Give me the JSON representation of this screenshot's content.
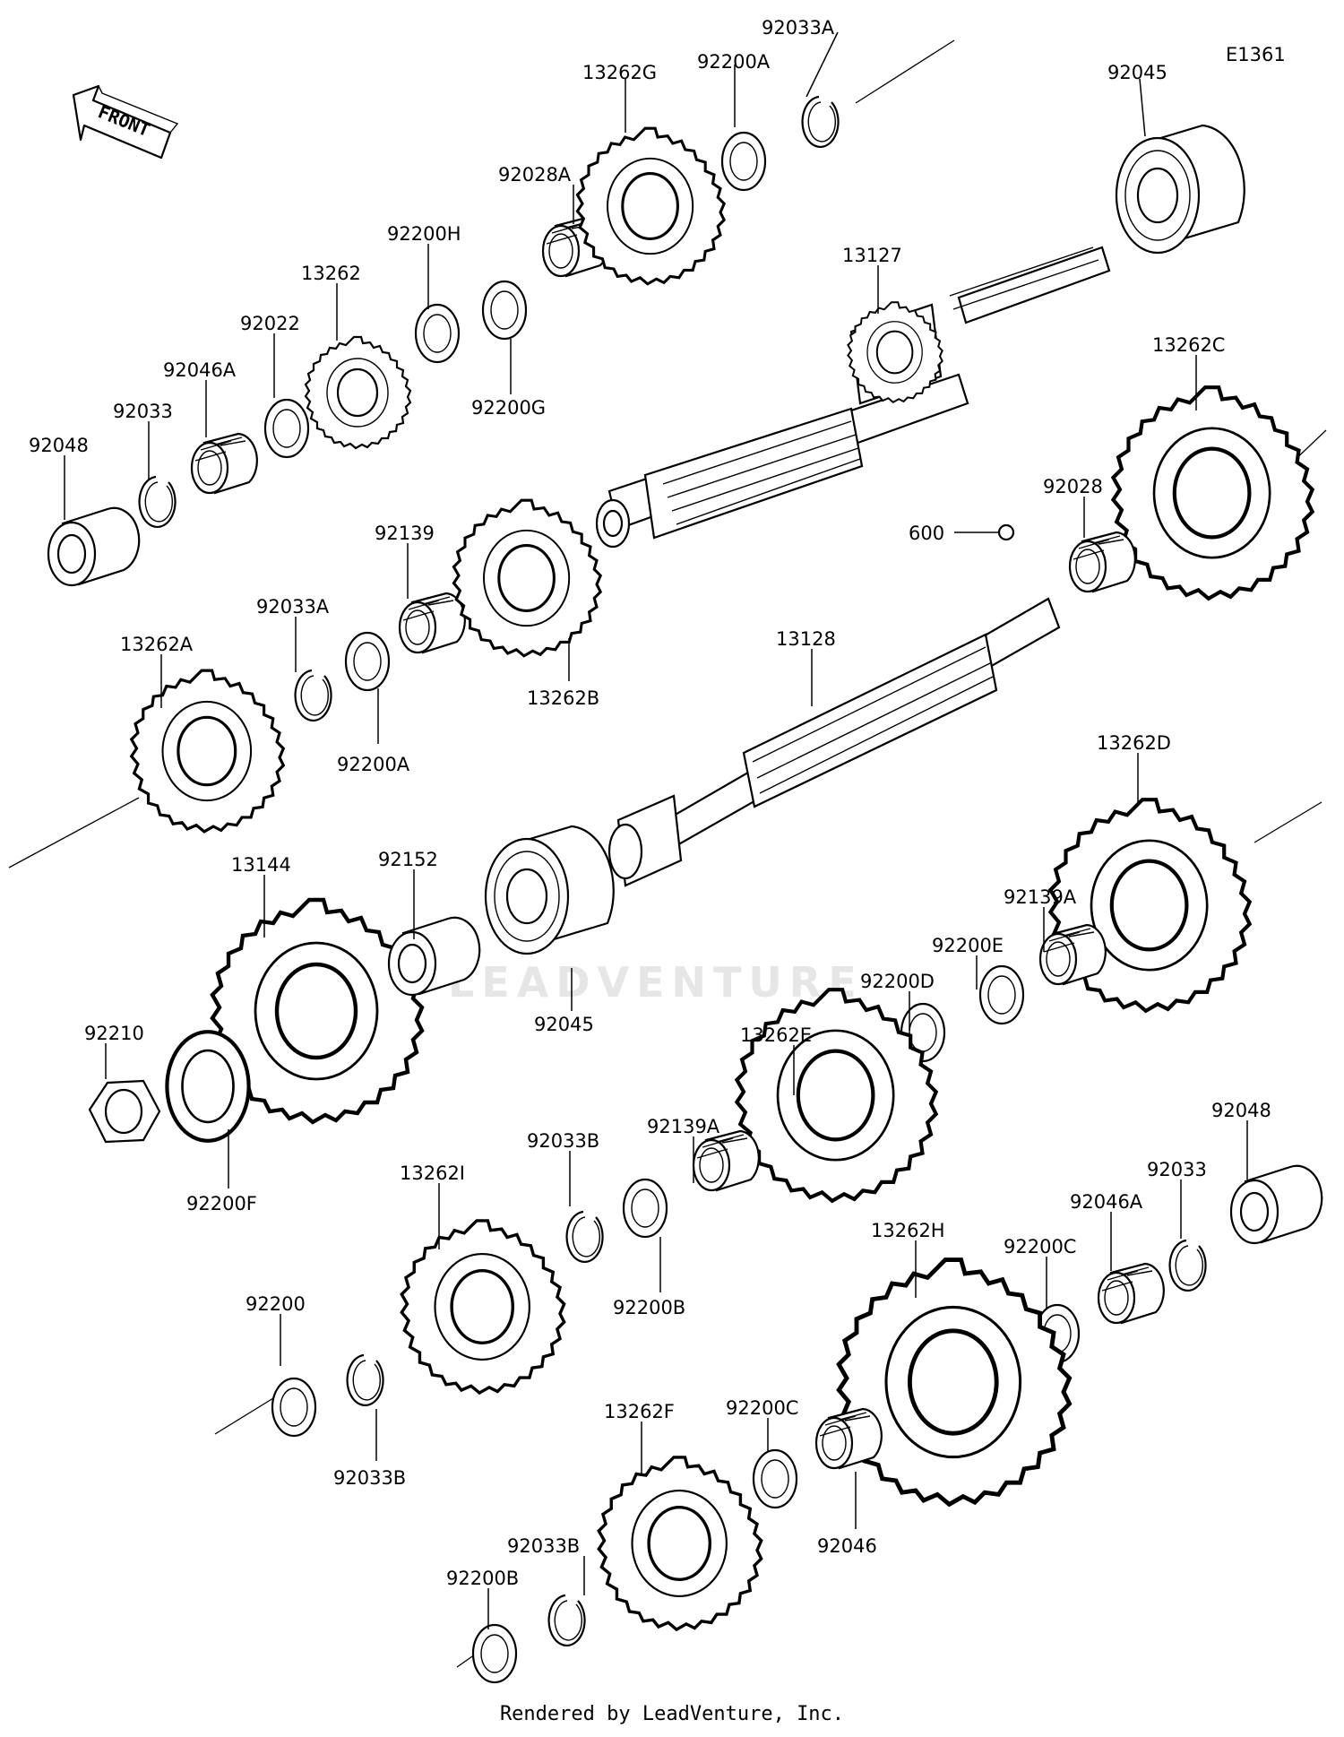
{
  "diagram": {
    "code": "E1361",
    "front_label": "FRONT",
    "watermark": "LEADVENTURE",
    "credit": "Rendered by LeadVenture, Inc.",
    "callouts": [
      "92033A",
      "13262G",
      "92200A",
      "92045",
      "92028A",
      "92200H",
      "13262",
      "92022",
      "92046A",
      "92033",
      "92048",
      "92200G",
      "13127",
      "13262C",
      "92028",
      "600",
      "92139",
      "92033A",
      "13262A",
      "13262B",
      "92200A",
      "13128",
      "13262D",
      "13144",
      "92152",
      "92139A",
      "92200E",
      "92200D",
      "13262E",
      "92045",
      "92210",
      "92139A",
      "92200F",
      "92033B",
      "13262I",
      "92048",
      "92033",
      "92046A",
      "92200B",
      "13262H",
      "92200C",
      "92200",
      "92033B",
      "13262F",
      "92200C",
      "92033B",
      "92046",
      "92200B"
    ]
  }
}
